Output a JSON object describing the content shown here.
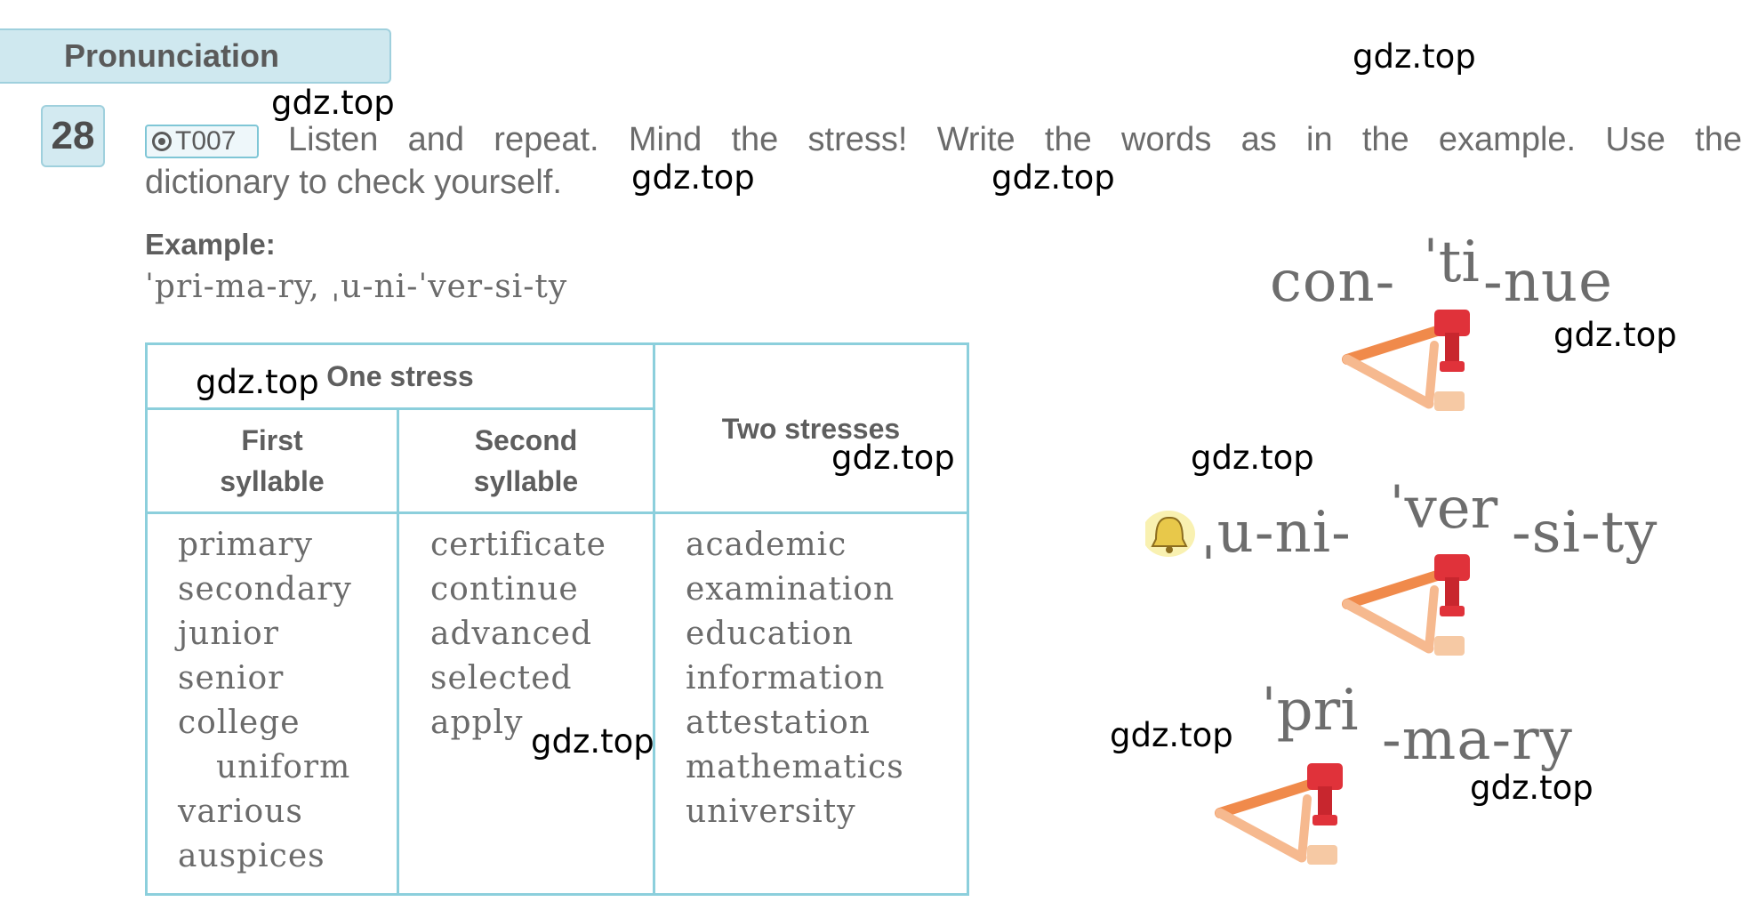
{
  "section": {
    "title": "Pronunciation"
  },
  "exercise": {
    "number": "28",
    "track": "T007",
    "instruction_line1": "Listen and repeat. Mind the stress! Write the words as in the example. Use the",
    "instruction_line2": "dictionary to check yourself."
  },
  "example": {
    "label": "Example:",
    "text": "ˈpri-ma-ry, ˌu-ni-ˈver-si-ty"
  },
  "table": {
    "group_header": "One stress",
    "headers": {
      "first_line1": "First",
      "first_line2": "syllable",
      "second_line1": "Second",
      "second_line2": "syllable",
      "two": "Two stresses"
    },
    "first_syllable": [
      "primary",
      "secondary",
      "junior",
      "senior",
      "college",
      "uniform",
      "various",
      "auspices"
    ],
    "second_syllable": [
      "certificate",
      "continue",
      "advanced",
      "selected",
      "apply"
    ],
    "two_stresses": [
      "academic",
      "examination",
      "education",
      "information",
      "attestation",
      "mathematics",
      "university"
    ]
  },
  "illustrations": {
    "word1": {
      "before": "con-",
      "stressed": "ˈti",
      "after": "-nue"
    },
    "word2": {
      "before": "ˌu-ni-",
      "stressed": "ˈver",
      "after": "-si-ty"
    },
    "word3": {
      "stressed": "ˈpri",
      "after": "-ma-ry"
    },
    "hammer_color": "#f08a4b",
    "bell_color": "#e8c84a"
  },
  "watermarks": [
    "gdz.top",
    "gdz.top",
    "gdz.top",
    "gdz.top",
    "gdz.top",
    "gdz.top",
    "gdz.top",
    "gdz.top",
    "gdz.top",
    "gdz.top",
    "gdz.top"
  ]
}
